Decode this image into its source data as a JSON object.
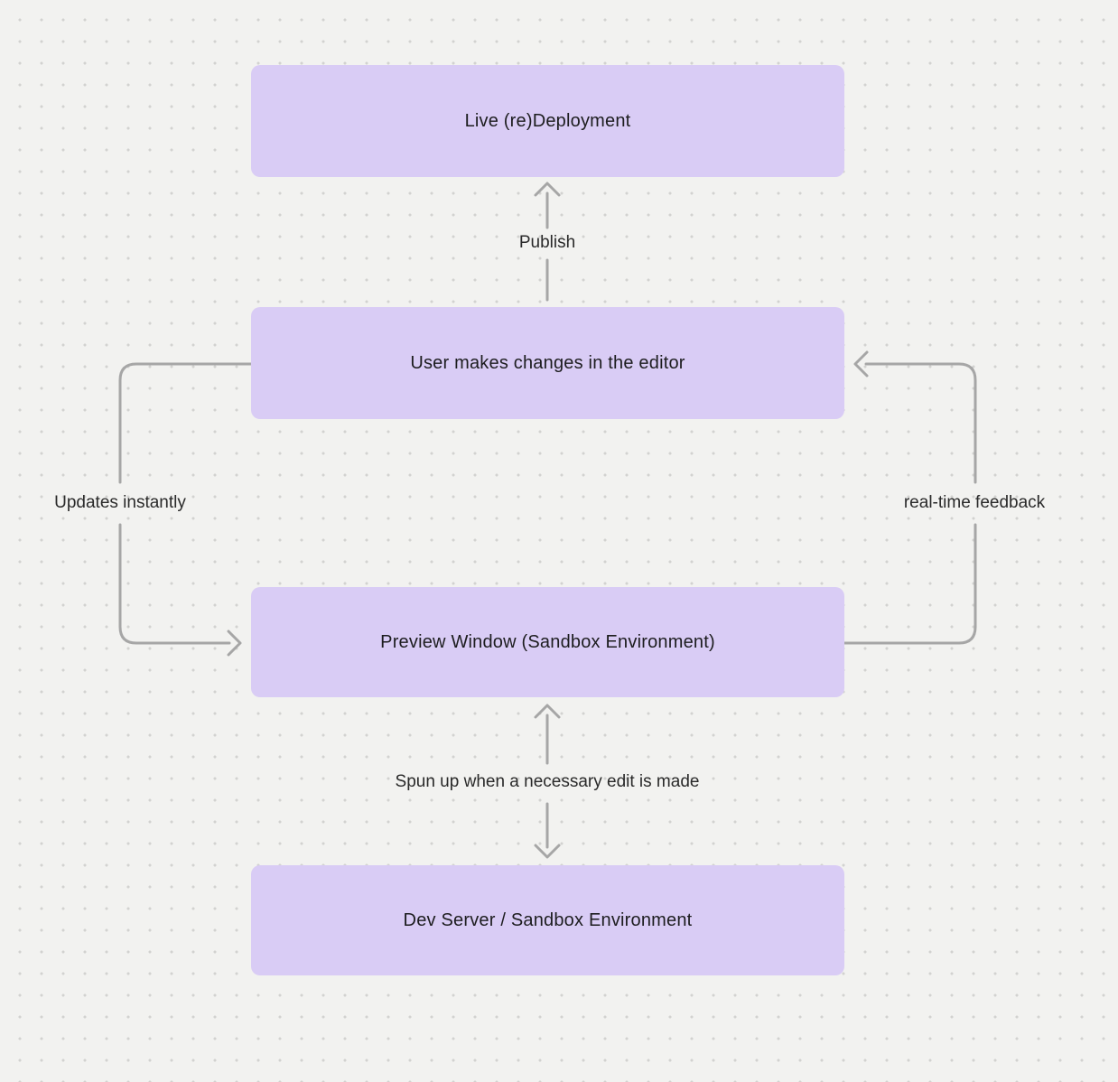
{
  "diagram": {
    "nodes": [
      {
        "id": "live-redeployment",
        "label": "Live (re)Deployment"
      },
      {
        "id": "user-editor",
        "label": "User makes changes in the editor"
      },
      {
        "id": "preview-window",
        "label": "Preview Window (Sandbox Environment)"
      },
      {
        "id": "dev-server",
        "label": "Dev Server / Sandbox Environment"
      }
    ],
    "edges": [
      {
        "from": "user-editor",
        "to": "live-redeployment",
        "label": "Publish",
        "direction": "up"
      },
      {
        "from": "user-editor",
        "to": "preview-window",
        "label": "Updates instantly",
        "direction": "left-loop"
      },
      {
        "from": "preview-window",
        "to": "user-editor",
        "label": "real-time feedback",
        "direction": "right-loop"
      },
      {
        "from": "preview-window",
        "to": "dev-server",
        "label": "Spun up when a necessary edit is made",
        "direction": "bidirectional"
      }
    ],
    "colors": {
      "background": "#f2f2f0",
      "grid_dot": "#d2d2d0",
      "node_fill": "#d9ccf5",
      "node_text": "#1d1d1f",
      "arrow": "#a6a6a6",
      "edge_label_text": "#2a2a2a"
    }
  }
}
